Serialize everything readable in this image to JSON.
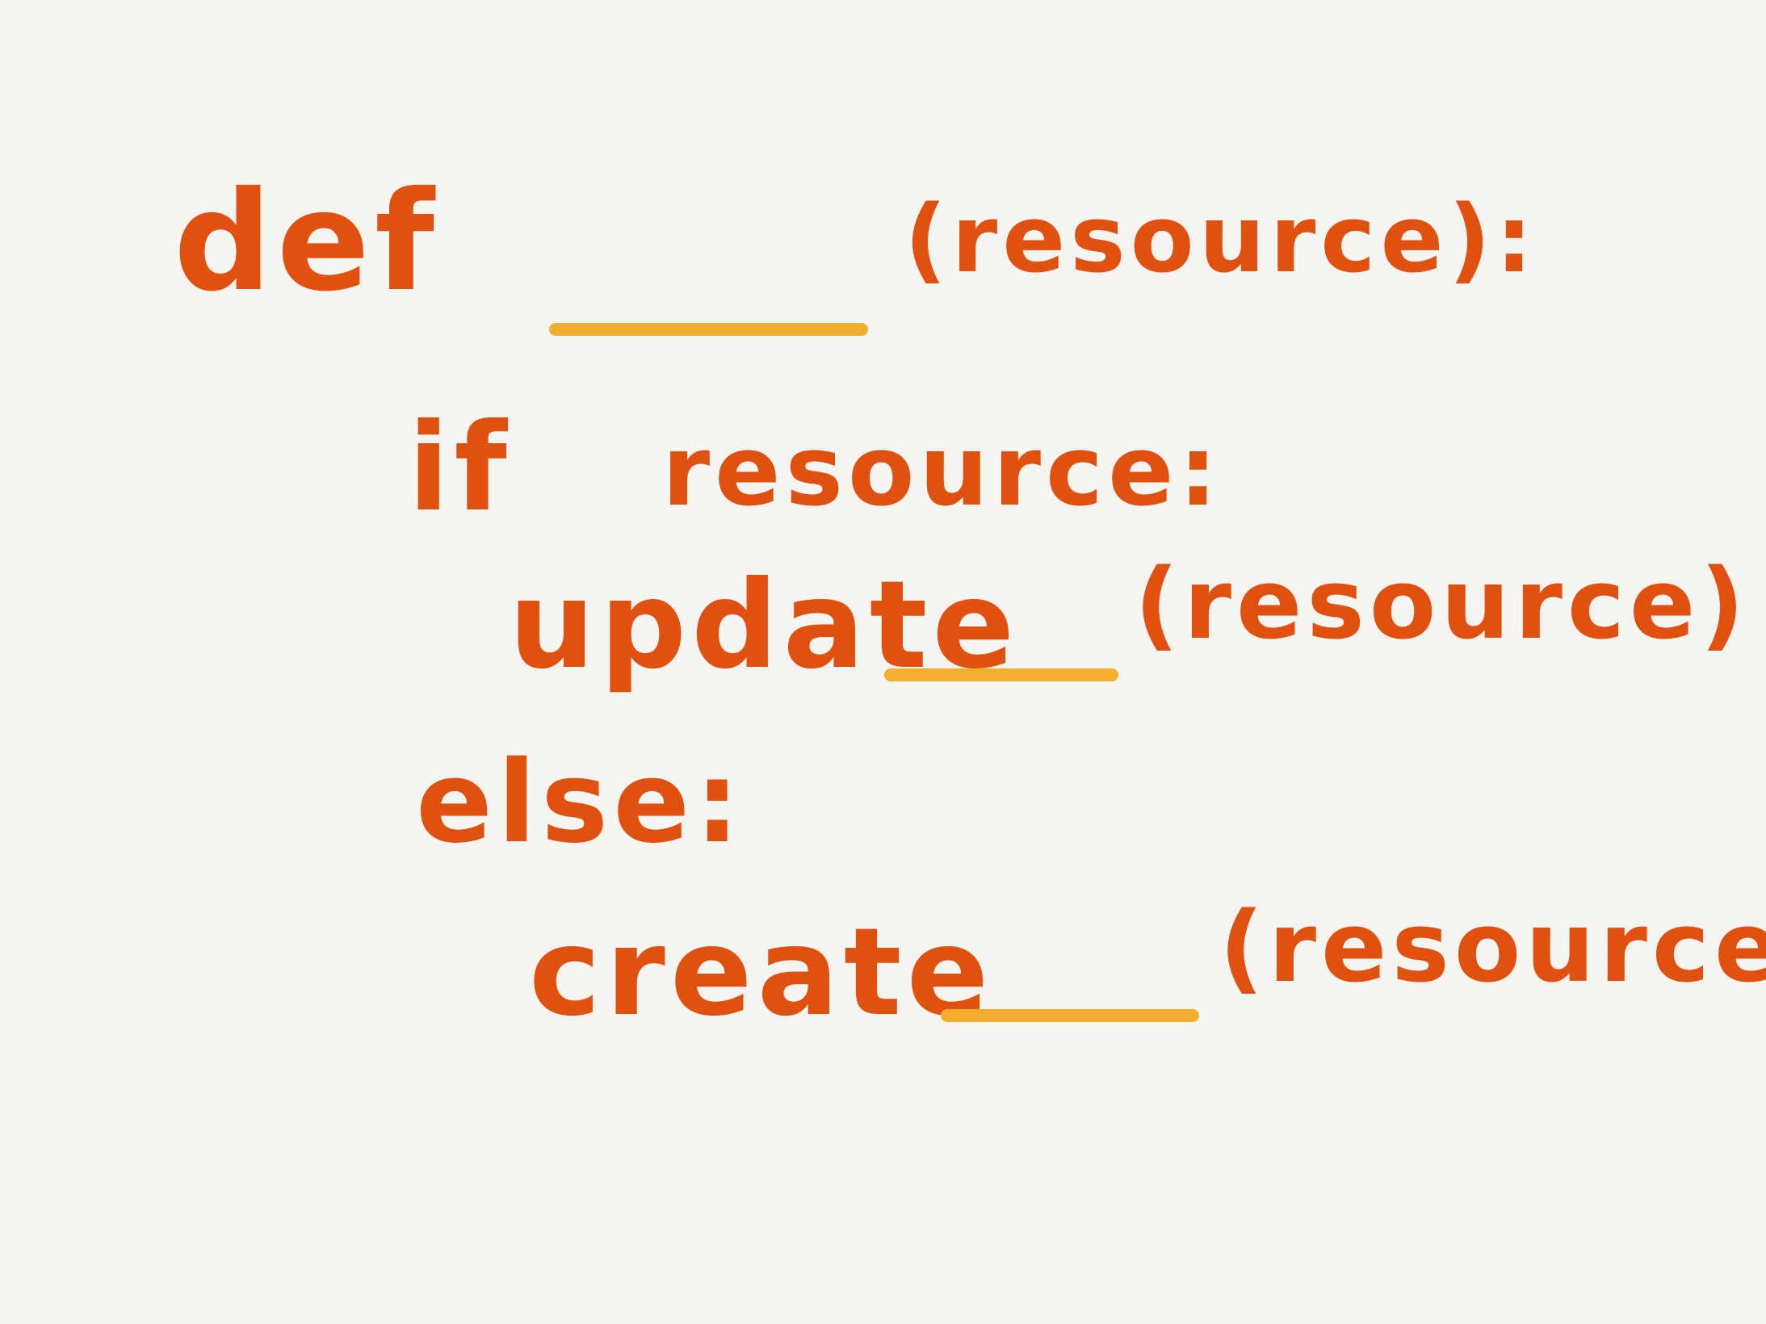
{
  "colors": {
    "background": "#f6f4f0",
    "ink": "#e0500f",
    "blank_line": "#f2ae2e"
  },
  "lines": {
    "def_keyword": "def",
    "def_params": "(resource):",
    "if_keyword": "if",
    "if_condition": "resource:",
    "update_call": "update",
    "update_args": "(resource)",
    "else_keyword": "else:",
    "create_call": "create",
    "create_args": "(resource)"
  }
}
